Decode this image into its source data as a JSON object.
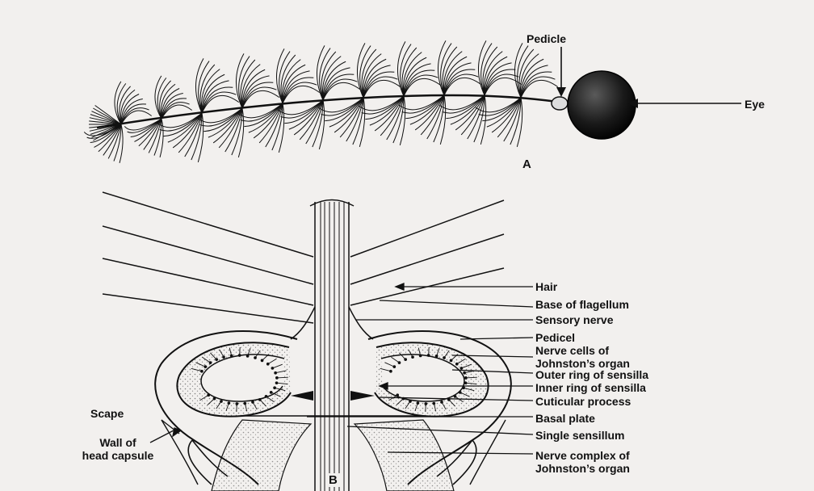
{
  "figure": {
    "panel_a": "A",
    "panel_b": "B",
    "labels_a": {
      "pedicle": "Pedicle",
      "eye": "Eye"
    },
    "labels_b": {
      "hair": "Hair",
      "base_of_flagellum": "Base of flagellum",
      "sensory_nerve": "Sensory nerve",
      "pedicel": "Pedicel",
      "nerve_cells_line1": "Nerve cells of",
      "nerve_cells_line2": "Johnston’s organ",
      "outer_ring": "Outer ring of sensilla",
      "inner_ring": "Inner ring of sensilla",
      "cuticular_process": "Cuticular process",
      "basal_plate": "Basal plate",
      "single_sensillum": "Single sensillum",
      "nerve_complex_line1": "Nerve complex of",
      "nerve_complex_line2": "Johnston’s organ",
      "scape": "Scape",
      "wall_line1": "Wall of",
      "wall_line2": "head capsule"
    }
  }
}
